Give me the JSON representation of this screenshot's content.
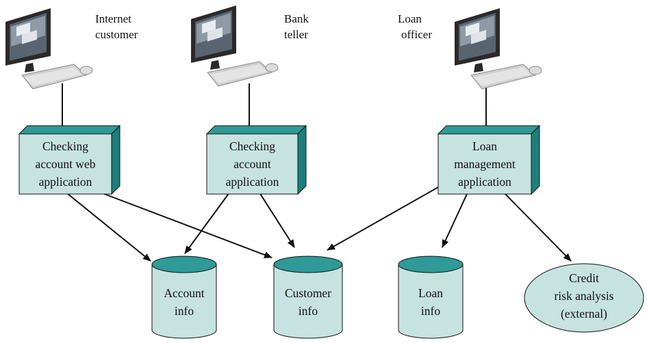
{
  "colors": {
    "box_front": "#c6e3e0",
    "box_top": "#2f9a97",
    "box_side": "#1c7f7c",
    "db_body": "#c6e3e0",
    "db_top": "#2f9a97",
    "ellipse_fill": "#c6e3e0",
    "line": "#111111",
    "monitor_dark": "#2a2a2a",
    "keyboard": "#d0d0d0"
  },
  "computers": [
    {
      "id": "internet",
      "icon": "desktop-computer-icon",
      "label_lines": [
        "Internet",
        "customer"
      ]
    },
    {
      "id": "teller",
      "icon": "desktop-computer-icon",
      "label_lines": [
        "Bank",
        "teller"
      ]
    },
    {
      "id": "loanofficer",
      "icon": "desktop-computer-icon",
      "label_lines": [
        "Loan",
        "officer"
      ]
    }
  ],
  "applications": [
    {
      "id": "checking-web",
      "lines": [
        "Checking",
        "account web",
        "application"
      ]
    },
    {
      "id": "checking",
      "lines": [
        "Checking",
        "account",
        "application"
      ]
    },
    {
      "id": "loan-mgmt",
      "lines": [
        "Loan",
        "management",
        "application"
      ]
    }
  ],
  "stores": [
    {
      "id": "account-info",
      "lines": [
        "Account",
        "info"
      ]
    },
    {
      "id": "customer-info",
      "lines": [
        "Customer",
        "info"
      ]
    },
    {
      "id": "loan-info",
      "lines": [
        "Loan",
        "info"
      ]
    }
  ],
  "external": {
    "id": "credit-risk",
    "lines": [
      "Credit",
      "risk analysis",
      "(external)"
    ]
  },
  "connections": [
    {
      "from": "internet",
      "to": "checking-web",
      "arrow": false
    },
    {
      "from": "teller",
      "to": "checking",
      "arrow": false
    },
    {
      "from": "loanofficer",
      "to": "loan-mgmt",
      "arrow": false
    },
    {
      "from": "checking-web",
      "to": "account-info",
      "arrow": true
    },
    {
      "from": "checking-web",
      "to": "customer-info",
      "arrow": true
    },
    {
      "from": "checking",
      "to": "account-info",
      "arrow": true
    },
    {
      "from": "checking",
      "to": "customer-info",
      "arrow": true
    },
    {
      "from": "loan-mgmt",
      "to": "customer-info",
      "arrow": true
    },
    {
      "from": "loan-mgmt",
      "to": "loan-info",
      "arrow": true
    },
    {
      "from": "loan-mgmt",
      "to": "credit-risk",
      "arrow": true
    }
  ]
}
